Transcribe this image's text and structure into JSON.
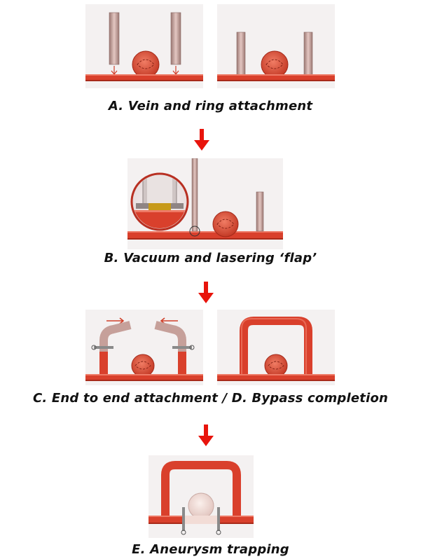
{
  "steps": {
    "a": {
      "caption": "A. Vein and ring attachment"
    },
    "b": {
      "caption": "B. Vacuum and lasering ‘flap’"
    },
    "cd": {
      "caption": "C. End to end attachment / D. Bypass completion"
    },
    "e": {
      "caption": "E. Aneurysm trapping"
    }
  },
  "colors": {
    "vessel": "#d9402c",
    "vessel_dark": "#b52a1b",
    "vessel_light": "#ee7a66",
    "graft": "#c6a09a",
    "arrow": "#e8140c",
    "aneurysm_trapped": "#f2dcd6"
  }
}
